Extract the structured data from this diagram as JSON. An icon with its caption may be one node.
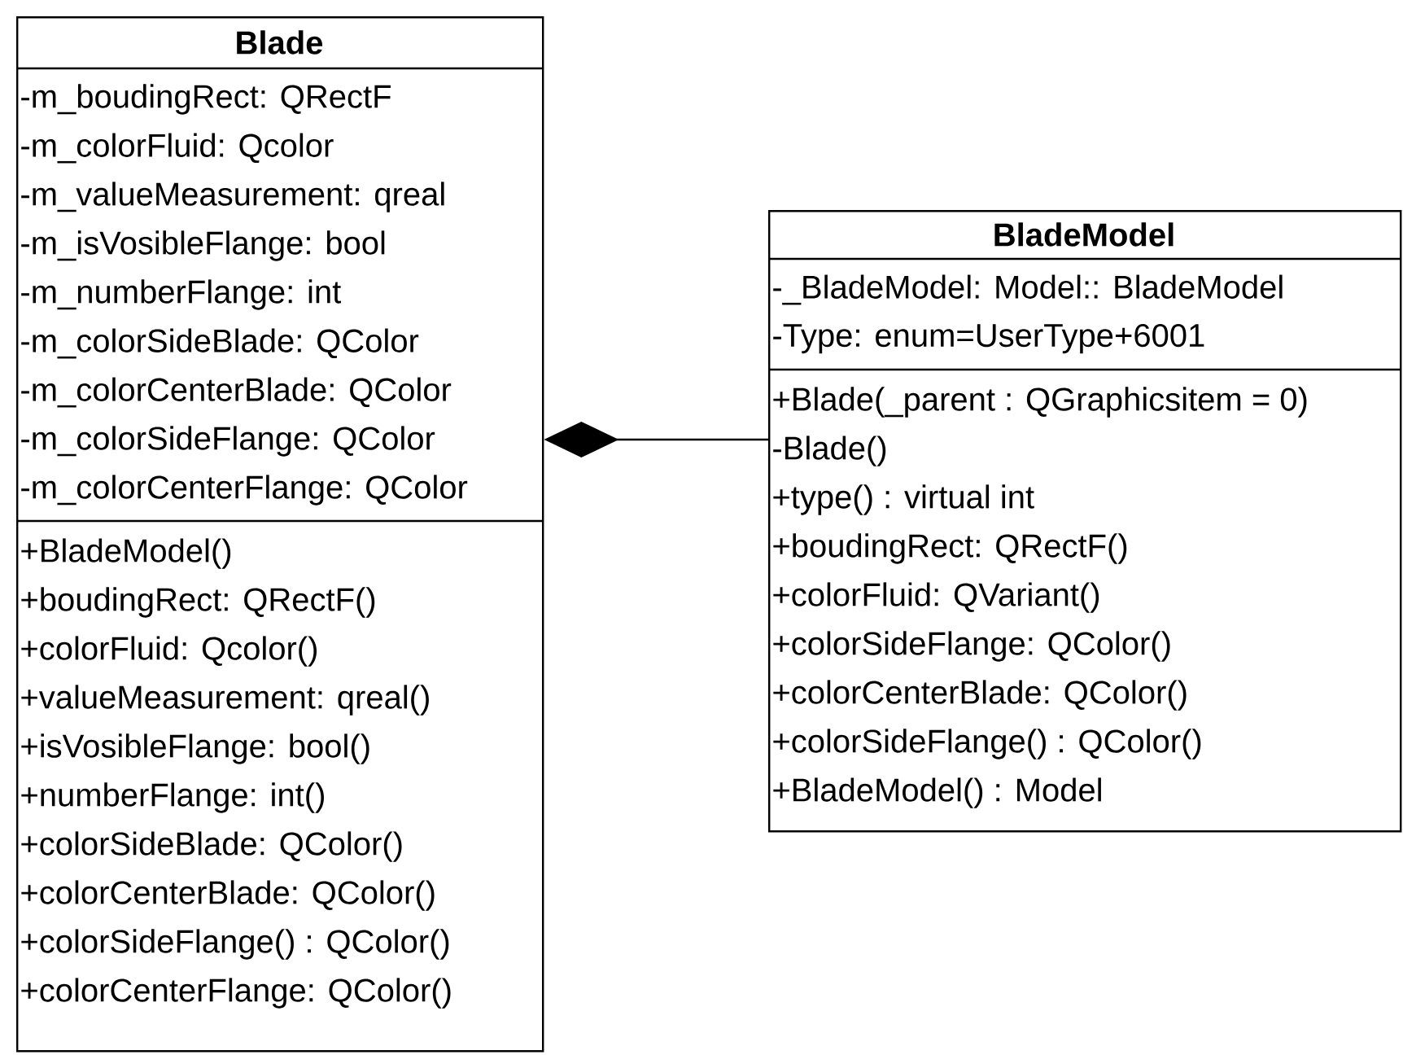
{
  "diagram": {
    "nodes": [
      {
        "text": [
          "Blade",
          "-m_boudingRect: QRectF",
          "-m_colorFluid: Qcolor",
          "-m_valueMeasurement: qreal",
          "-m_isVosibleFlange: bool",
          "-m_numberFlange: int",
          "-m_colorSideBlade: QColor",
          "-m_colorCenterBlade: QColor",
          "-m_colorSideFlange: QColor",
          "-m_colorCenterFlange: QColor",
          "+BladeModel()",
          "+boudingRect: QRectF()",
          "+colorFluid: Qcolor()",
          "+valueMeasurement: qreal()",
          "+isVosibleFlange: bool()",
          "+numberFlange: int()",
          "+colorSideBlade: QColor()",
          "+colorCenterBlade: QColor()",
          "+colorSideFlange() : QColor()",
          "+colorCenterFlange: QColor()"
        ]
      },
      {
        "text": [
          "BladeModel",
          "-_BladeModel: Model:: BladeModel",
          "-Type: enum=UserType+6001",
          "+Blade(_parent : QGraphicsitem = 0)",
          "-Blade()",
          "+type() : virtual int",
          "+boudingRect: QRectF()",
          "+colorFluid: QVariant()",
          "+colorSideFlange: QColor()",
          "+colorCenterBlade: QColor()",
          "+colorSideFlange() : QColor()",
          "+BladeModel() : Model"
        ]
      }
    ],
    "edges": [
      {
        "from": 0,
        "to": 1,
        "arrow": "other"
      }
    ]
  }
}
